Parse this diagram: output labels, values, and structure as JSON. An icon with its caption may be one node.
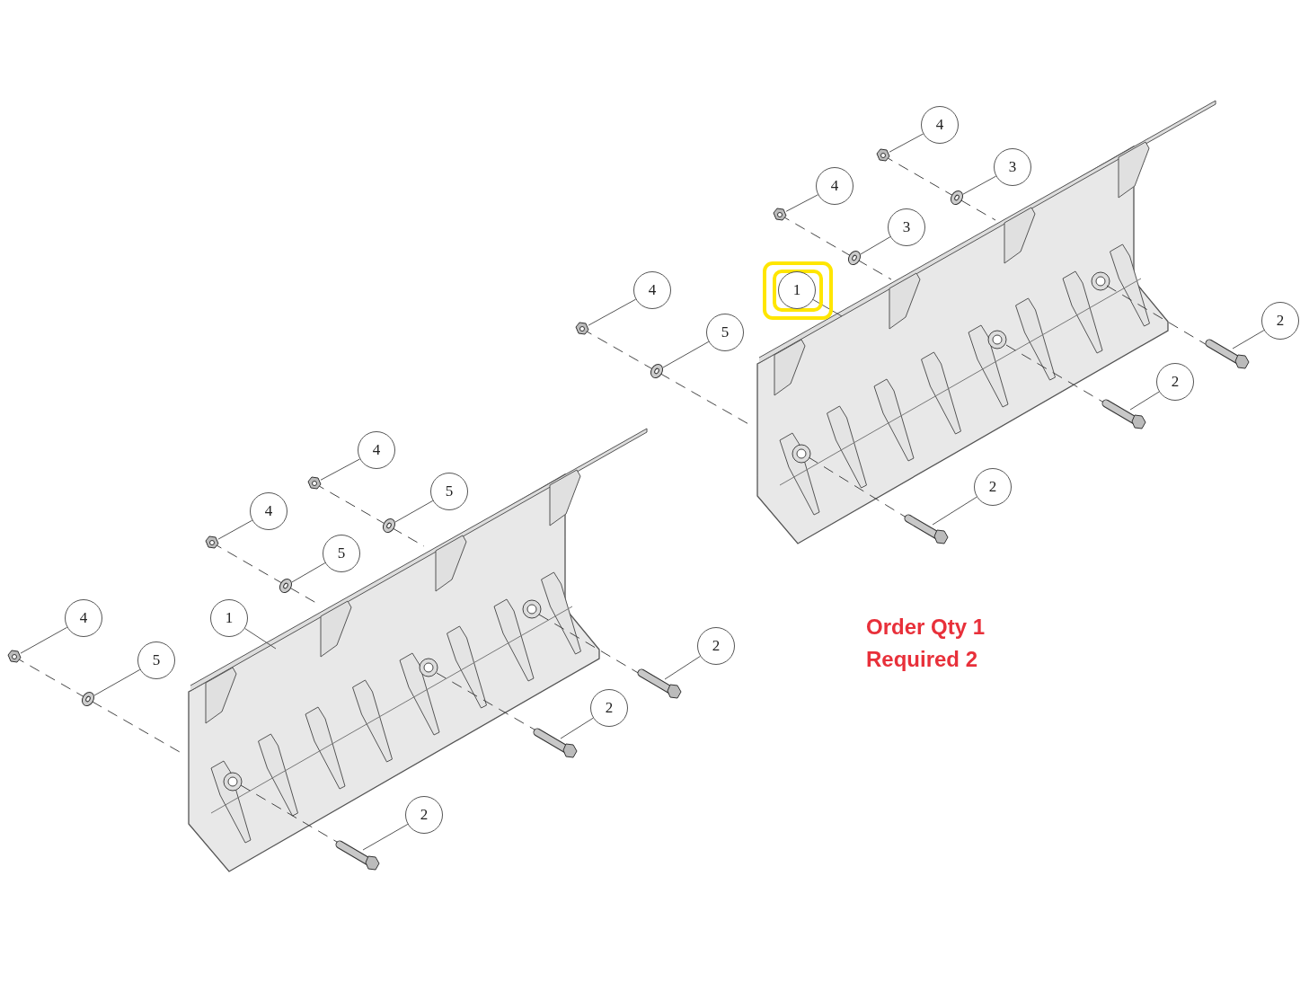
{
  "diagram": {
    "nodes": [
      {
        "text": [
          "4"
        ]
      },
      {
        "text": [
          "3"
        ]
      },
      {
        "text": [
          "4"
        ]
      },
      {
        "text": [
          "3"
        ]
      },
      {
        "text": [
          "1"
        ]
      },
      {
        "text": [
          "4"
        ]
      },
      {
        "text": [
          "2"
        ]
      },
      {
        "text": [
          "5"
        ]
      },
      {
        "text": [
          "2"
        ]
      },
      {
        "text": [
          "4"
        ]
      },
      {
        "text": [
          "2"
        ]
      },
      {
        "text": [
          "5"
        ]
      },
      {
        "text": [
          "4"
        ]
      },
      {
        "text": [
          "5"
        ]
      },
      {
        "text": [
          "4"
        ]
      },
      {
        "text": [
          "1"
        ]
      },
      {
        "text": [
          "2"
        ]
      },
      {
        "text": [
          "5"
        ]
      },
      {
        "text": [
          "2"
        ]
      },
      {
        "text": [
          "2"
        ]
      },
      {
        "text": [],
        "shape": "picture"
      },
      {
        "text": [],
        "shape": "picture"
      },
      {
        "text": [],
        "shape": "picture"
      },
      {
        "text": [],
        "shape": "picture"
      },
      {
        "text": [],
        "shape": "picture"
      },
      {
        "text": [],
        "shape": "picture"
      },
      {
        "text": [],
        "shape": "picture"
      },
      {
        "text": [],
        "shape": "picture"
      },
      {
        "text": [],
        "shape": "picture"
      },
      {
        "text": [],
        "shape": "picture"
      },
      {
        "text": [],
        "shape": "picture"
      },
      {
        "text": [],
        "shape": "picture"
      },
      {
        "text": [],
        "shape": "picture"
      },
      {
        "text": [],
        "shape": "picture"
      },
      {
        "text": [],
        "shape": "picture"
      },
      {
        "text": [],
        "shape": "picture"
      },
      {
        "text": [],
        "shape": "picture"
      },
      {
        "text": [],
        "shape": "picture"
      },
      {
        "text": [],
        "shape": "picture"
      },
      {
        "text": [],
        "shape": "picture"
      }
    ],
    "edges": [
      {
        "from": 0,
        "to": 20,
        "arrow": "none"
      },
      {
        "from": 1,
        "to": 21,
        "arrow": "none"
      },
      {
        "from": 2,
        "to": 22,
        "arrow": "none"
      },
      {
        "from": 3,
        "to": 23,
        "arrow": "none"
      },
      {
        "from": 4,
        "to": 24,
        "arrow": "none"
      },
      {
        "from": 5,
        "to": 25,
        "arrow": "none"
      },
      {
        "from": 6,
        "to": 26,
        "arrow": "none"
      },
      {
        "from": 7,
        "to": 27,
        "arrow": "none"
      },
      {
        "from": 8,
        "to": 28,
        "arrow": "none"
      },
      {
        "from": 9,
        "to": 29,
        "arrow": "none"
      },
      {
        "from": 10,
        "to": 30,
        "arrow": "none"
      },
      {
        "from": 11,
        "to": 31,
        "arrow": "none"
      },
      {
        "from": 12,
        "to": 32,
        "arrow": "none"
      },
      {
        "from": 13,
        "to": 33,
        "arrow": "none"
      },
      {
        "from": 14,
        "to": 34,
        "arrow": "none"
      },
      {
        "from": 15,
        "to": 35,
        "arrow": "none"
      },
      {
        "from": 16,
        "to": 36,
        "arrow": "none"
      },
      {
        "from": 17,
        "to": 37,
        "arrow": "none"
      },
      {
        "from": 18,
        "to": 38,
        "arrow": "none"
      },
      {
        "from": 19,
        "to": 39,
        "arrow": "none"
      }
    ],
    "labels": [
      "Order Qty 1",
      "Required 2"
    ]
  }
}
